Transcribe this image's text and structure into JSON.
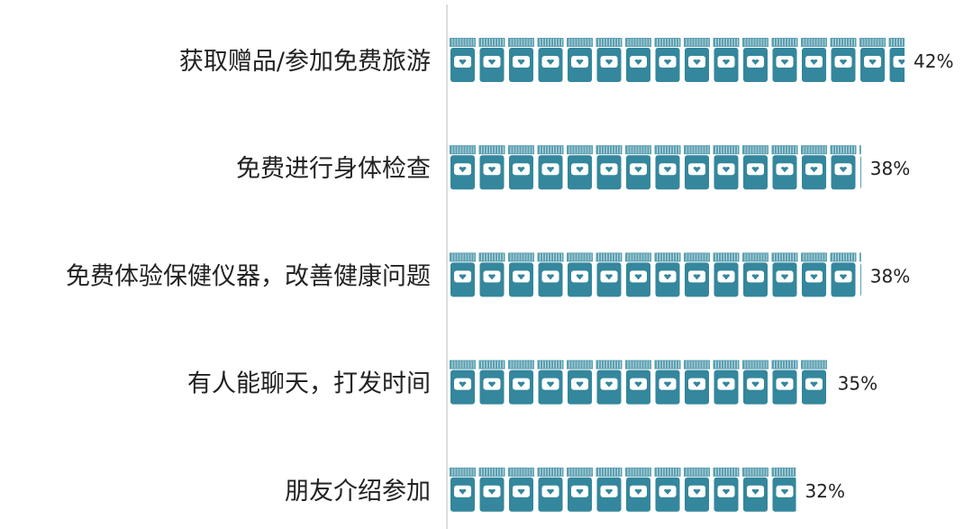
{
  "chart_data": {
    "type": "bar",
    "orientation": "horizontal",
    "style": "pictograph",
    "icon": "medicine-jar-icon",
    "color": "#34879c",
    "categories": [
      "获取赠品/参加免费旅游",
      "免费进行身体检查",
      "免费体验保健仪器，改善健康问题",
      "有人能聊天，打发时间",
      "朋友介绍参加"
    ],
    "values": [
      42,
      38,
      38,
      35,
      32
    ],
    "labels": [
      "42%",
      "38%",
      "38%",
      "35%",
      "32%"
    ],
    "xlim": [
      0,
      42
    ],
    "title": "",
    "xlabel": "",
    "ylabel": ""
  }
}
